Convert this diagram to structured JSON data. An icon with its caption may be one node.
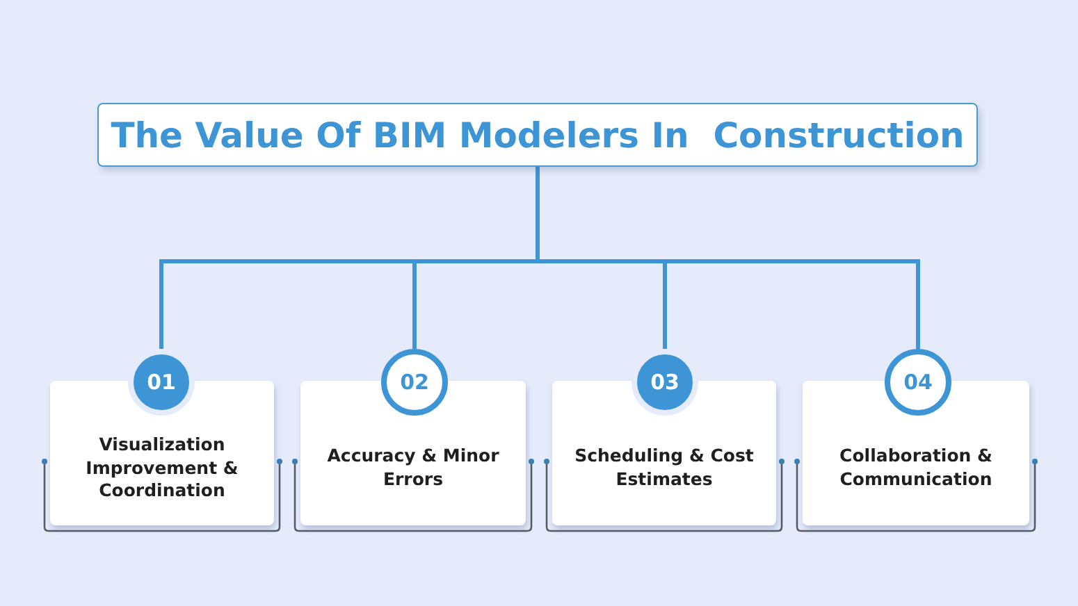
{
  "diagram": {
    "nodes": [
      {
        "text": [
          "The Value Of BIM Modelers In  Construction"
        ]
      },
      {
        "text": [
          "01"
        ]
      },
      {
        "text": [
          "Visualization Improvement & Coordination"
        ]
      },
      {
        "text": [
          "02"
        ]
      },
      {
        "text": [
          "Accuracy & Minor Errors"
        ]
      },
      {
        "text": [
          "03"
        ]
      },
      {
        "text": [
          "Scheduling & Cost Estimates"
        ]
      },
      {
        "text": [
          "04"
        ]
      },
      {
        "text": [
          "Collaboration & Communication"
        ]
      }
    ],
    "edges": [
      {
        "from": 0,
        "to": 1,
        "arrow": "none"
      },
      {
        "from": 0,
        "to": 3,
        "arrow": "none"
      },
      {
        "from": 0,
        "to": 5,
        "arrow": "none"
      },
      {
        "from": 0,
        "to": 7,
        "arrow": "none"
      }
    ]
  }
}
